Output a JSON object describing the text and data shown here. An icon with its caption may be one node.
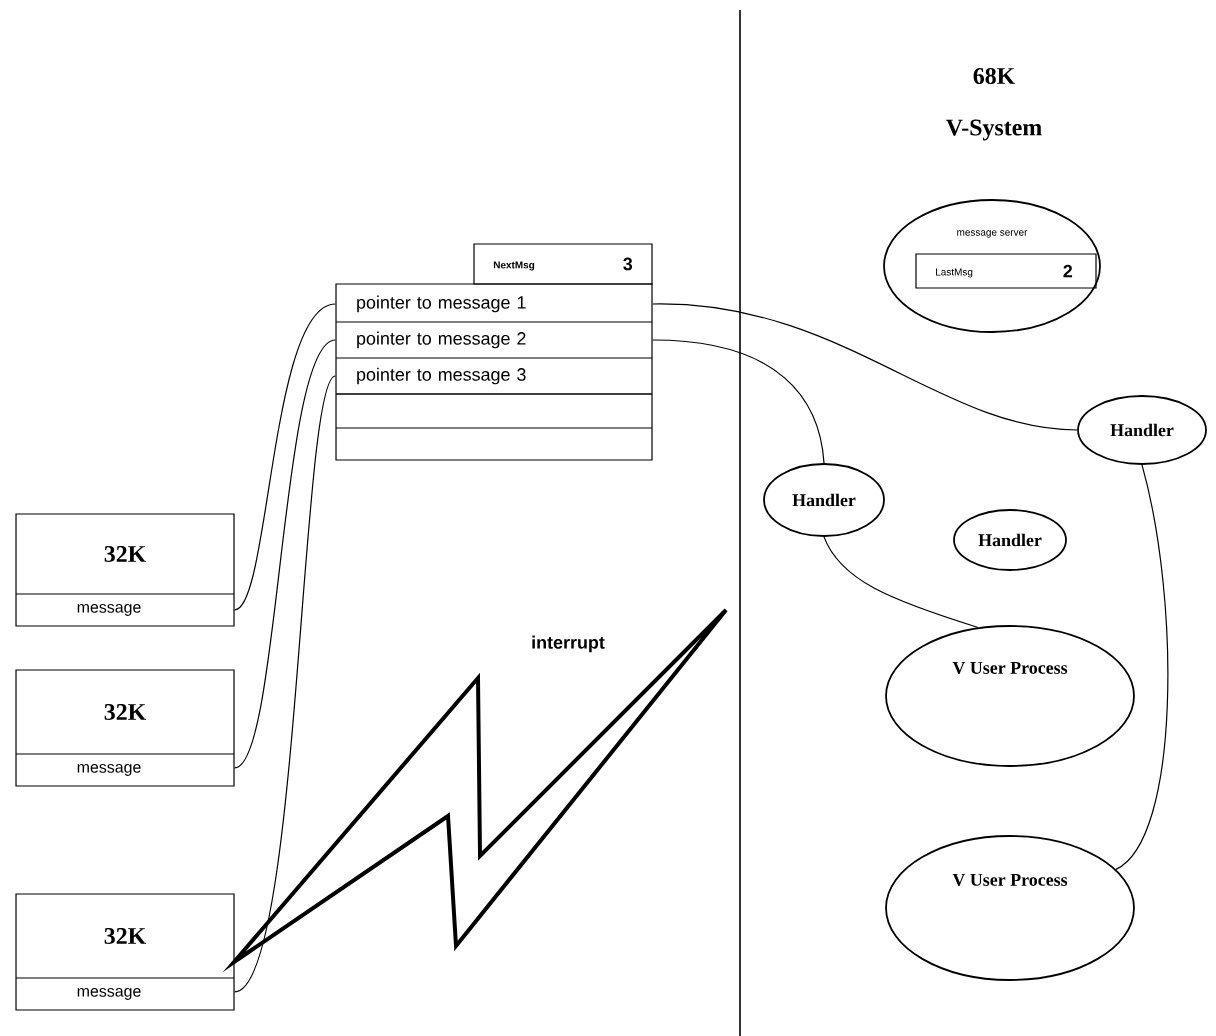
{
  "diagram": {
    "nodes": [
      {
        "text": [
          "NextMsg",
          "3"
        ]
      },
      {
        "text": [],
        "shape": "box"
      },
      {
        "text": [
          "pointer to message 1"
        ],
        "in": 1
      },
      {
        "text": [
          "pointer to message 2"
        ],
        "in": 1
      },
      {
        "text": [
          "pointer to message 3"
        ],
        "in": 1
      },
      {
        "text": [
          "32K",
          "message"
        ]
      },
      {
        "text": [
          "32K",
          "message"
        ]
      },
      {
        "text": [
          "32K",
          "message"
        ]
      },
      {
        "text": [
          "message server"
        ]
      },
      {
        "text": [
          "LastMsg",
          "2"
        ],
        "in": 8
      },
      {
        "text": [
          "Handler"
        ]
      },
      {
        "text": [
          "Handler"
        ]
      },
      {
        "text": [
          "Handler"
        ]
      },
      {
        "text": [
          "V User Process"
        ]
      },
      {
        "text": [
          "V User Process"
        ]
      }
    ],
    "edges": [
      {
        "from": 2,
        "to": 5,
        "arrow": "none"
      },
      {
        "from": 3,
        "to": 6,
        "arrow": "none"
      },
      {
        "from": 4,
        "to": 7,
        "arrow": "none"
      },
      {
        "from": 2,
        "to": 10,
        "arrow": "none"
      },
      {
        "from": 3,
        "to": 11,
        "arrow": "none"
      },
      {
        "from": 11,
        "to": 13,
        "arrow": "none"
      },
      {
        "from": 10,
        "to": 14,
        "arrow": "none"
      }
    ],
    "labels": [
      "68K",
      "V-System",
      "interrupt"
    ]
  }
}
